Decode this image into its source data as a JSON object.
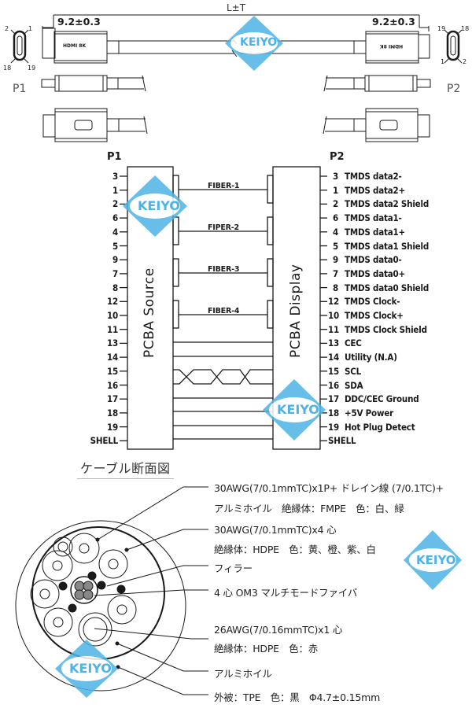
{
  "colors": {
    "line": "#1a1a1a",
    "logo": "#4db3e6",
    "logo_text": "#4db3e6",
    "background": "#ffffff"
  },
  "top_drawing": {
    "length_label": "L±T",
    "dim_left": "9.2±0.3",
    "dim_right": "9.2±0.3",
    "left_connector_label": "P1",
    "right_connector_label": "P2",
    "left_plug_text": "HDMI 8K",
    "right_plug_text": "HDMI 8K",
    "left_pin_numbers": [
      "2",
      "1",
      "18",
      "19"
    ],
    "right_pin_numbers": [
      "19",
      "18",
      "1",
      "2"
    ]
  },
  "wiring": {
    "left_header": "P1",
    "right_header": "P2",
    "left_box_label": "PCBA Source",
    "right_box_label": "PCBA Display",
    "left_pins": [
      "3",
      "1",
      "2",
      "6",
      "4",
      "5",
      "9",
      "7",
      "8",
      "12",
      "10",
      "11",
      "13",
      "14",
      "15",
      "16",
      "17",
      "18",
      "19",
      "SHELL"
    ],
    "right_pins": [
      {
        "pin": "3",
        "signal": "TMDS data2-"
      },
      {
        "pin": "1",
        "signal": "TMDS data2+"
      },
      {
        "pin": "2",
        "signal": "TMDS data2 Shield"
      },
      {
        "pin": "6",
        "signal": "TMDS data1-"
      },
      {
        "pin": "4",
        "signal": "TMDS data1+"
      },
      {
        "pin": "5",
        "signal": "TMDS data1 Shield"
      },
      {
        "pin": "9",
        "signal": "TMDS data0-"
      },
      {
        "pin": "7",
        "signal": "TMDS data0+"
      },
      {
        "pin": "8",
        "signal": "TMDS data0 Shield"
      },
      {
        "pin": "12",
        "signal": "TMDS Clock-"
      },
      {
        "pin": "10",
        "signal": "TMDS Clock+"
      },
      {
        "pin": "11",
        "signal": "TMDS Clock Shield"
      },
      {
        "pin": "13",
        "signal": "CEC"
      },
      {
        "pin": "14",
        "signal": "Utility (N.A)"
      },
      {
        "pin": "15",
        "signal": "SCL"
      },
      {
        "pin": "16",
        "signal": "SDA"
      },
      {
        "pin": "17",
        "signal": "DDC/CEC Ground"
      },
      {
        "pin": "18",
        "signal": "+5V Power"
      },
      {
        "pin": "19",
        "signal": "Hot Plug Detect"
      },
      {
        "pin": "SHELL",
        "signal": ""
      }
    ],
    "fibers": [
      "FIBER-1",
      "FIPER-2",
      "FIBER-3",
      "FIBER-4"
    ]
  },
  "cross_section": {
    "title": "ケーブル断面図",
    "notes": [
      {
        "line1": "30AWG(7/0.1mmTC)x1P+ ドレイン線 (7/0.1TC)+",
        "line2": "アルミホイル　絶縁体：FMPE　色：白、緑"
      },
      {
        "line1": "30AWG(7/0.1mmTC)x4 心",
        "line2": "絶縁体：HDPE　色：黄、橙、紫、白"
      },
      {
        "line1": "フィラー",
        "line2": ""
      },
      {
        "line1": "4 心 OM3 マルチモードファイバ",
        "line2": ""
      },
      {
        "line1": "26AWG(7/0.16mmTC)x1 心",
        "line2": "絶縁体：HDPE　色：赤"
      },
      {
        "line1": "アルミホイル",
        "line2": ""
      },
      {
        "line1": "外被：TPE　色：黒　Φ4.7±0.15mm",
        "line2": ""
      }
    ]
  },
  "watermark": {
    "text": "KEIYO"
  }
}
